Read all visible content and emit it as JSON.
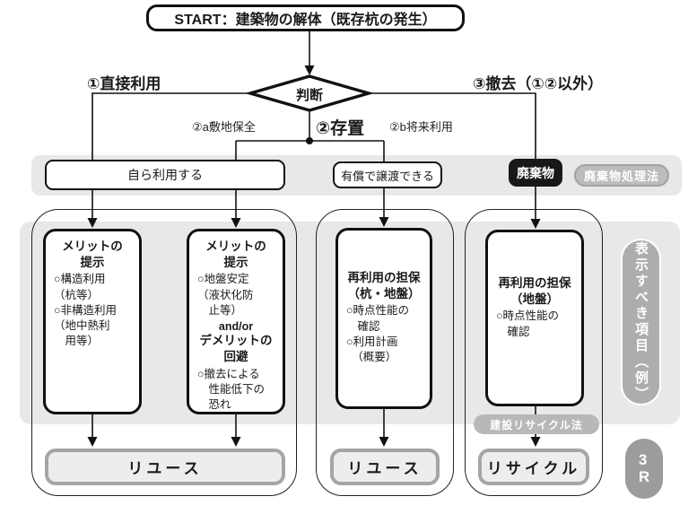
{
  "start": {
    "label": "START：建築物の解体（既存杭の発生）"
  },
  "decision": {
    "label": "判断"
  },
  "branches": {
    "b1": "①直接利用",
    "b2": "②存置",
    "b2a": "②a敷地保全",
    "b2b": "②b将来利用",
    "b3": "③撤去（①②以外）"
  },
  "row1": {
    "self_use": "自ら利用する",
    "transfer": "有償で譲渡できる",
    "waste": "廃棄物",
    "waste_law": "廃棄物処理法"
  },
  "cols": [
    {
      "head": [
        "メリットの",
        "提示"
      ],
      "items": [
        "○構造利用",
        "（杭等）",
        "○非構造利用",
        "（地中熱利",
        "　用等）"
      ]
    },
    {
      "head1": [
        "メリットの",
        "提示"
      ],
      "items1": [
        "○地盤安定",
        "（液状化防",
        "　止等）"
      ],
      "mid": "and/or",
      "head2": [
        "デメリットの",
        "回避"
      ],
      "items2": [
        "○撤去による",
        "　性能低下の",
        "　恐れ"
      ]
    },
    {
      "head": [
        "再利用の担保",
        "（杭・地盤）"
      ],
      "items": [
        "○時点性能の",
        "　確認",
        "○利用計画",
        "　（概要）"
      ]
    },
    {
      "head": [
        "再利用の担保",
        "（地盤）"
      ],
      "items": [
        "○時点性能の",
        "　確認"
      ]
    }
  ],
  "side": {
    "vertical_label": "表示すべき項目（例）",
    "recycle_law": "建設リサイクル法",
    "three_r": [
      "3",
      "R"
    ]
  },
  "outcomes": {
    "reuse1": "リユース",
    "reuse2": "リユース",
    "recycle": "リサイクル"
  },
  "colors": {
    "band": "#e8e8e8",
    "waste_fill": "#181818",
    "pill_gray": "#adadad",
    "outcome_fill": "#ededed",
    "outcome_border": "#a5a5a5",
    "line": "#111111"
  }
}
